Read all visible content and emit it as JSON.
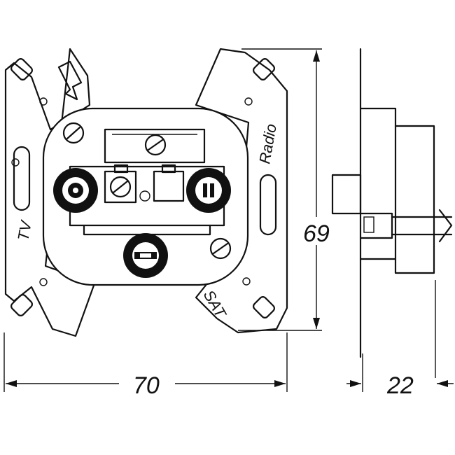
{
  "labels": {
    "tv": "TV",
    "radio": "Radio",
    "sat": "SAT"
  },
  "dimensions": {
    "width": "70",
    "height": "69",
    "depth": "22"
  }
}
